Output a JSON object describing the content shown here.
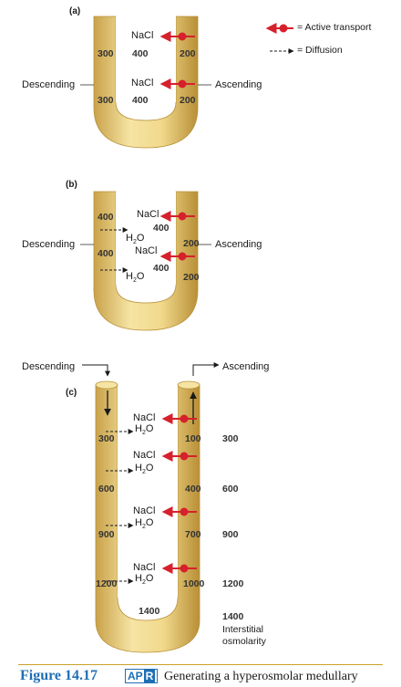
{
  "legend": {
    "active": "= Active transport",
    "diffusion": "= Diffusion",
    "active_color": "#d6212c",
    "tube_color": "#e8c86a"
  },
  "panel_a": {
    "letter": "(a)",
    "descending": "Descending",
    "ascending": "Ascending",
    "left_top": "300",
    "left_bottom": "300",
    "mid_top": "400",
    "mid_bottom": "400",
    "right_top": "200",
    "right_bottom": "200",
    "nacl1": "NaCl",
    "nacl2": "NaCl"
  },
  "panel_b": {
    "letter": "(b)",
    "descending": "Descending",
    "ascending": "Ascending",
    "left_top": "400",
    "left_bottom": "400",
    "mid_top": "400",
    "mid_bottom": "400",
    "right_top": "200",
    "right_bottom": "200",
    "nacl1": "NaCl",
    "nacl2": "NaCl",
    "h2o_main": "H",
    "h2o_sub": "2",
    "h2o_end": "O"
  },
  "panel_c": {
    "letter": "(c)",
    "descending": "Descending",
    "ascending": "Ascending",
    "left_values": [
      "300",
      "600",
      "900",
      "1200"
    ],
    "right_values": [
      "100",
      "400",
      "700",
      "1000"
    ],
    "interstitial_values": [
      "300",
      "600",
      "900",
      "1200",
      "1400"
    ],
    "bottom": "1400",
    "nacl": "NaCl",
    "h2o_main": "H",
    "h2o_sub": "2",
    "h2o_end": "O",
    "interstitial_label_1": "Interstitial",
    "interstitial_label_2": "osmolarity"
  },
  "caption": {
    "figure": "Figure 14.17",
    "apr_a": "AP",
    "apr_b": "R",
    "title": "Generating a hyperosmolar medullary"
  }
}
